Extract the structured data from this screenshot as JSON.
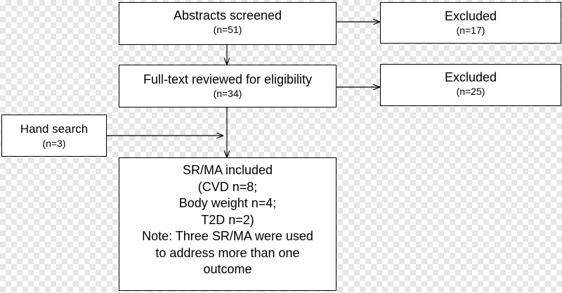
{
  "boxes": {
    "abstracts": {
      "title": "Abstracts screened",
      "count": "(n=51)"
    },
    "excluded_1": {
      "title": "Excluded",
      "count": "(n=17)"
    },
    "fulltext": {
      "title": "Full-text reviewed for eligibility",
      "count": "(n=34)"
    },
    "excluded_2": {
      "title": "Excluded",
      "count": "(n=25)"
    },
    "hand_search": {
      "title": "Hand search",
      "count": "(n=3)"
    },
    "included": {
      "lines": [
        "SR/MA included",
        "(CVD n=8;",
        "Body weight n=4;",
        "T2D n=2)",
        "Note: Three SR/MA were used",
        "to address more than one",
        "outcome"
      ]
    }
  }
}
